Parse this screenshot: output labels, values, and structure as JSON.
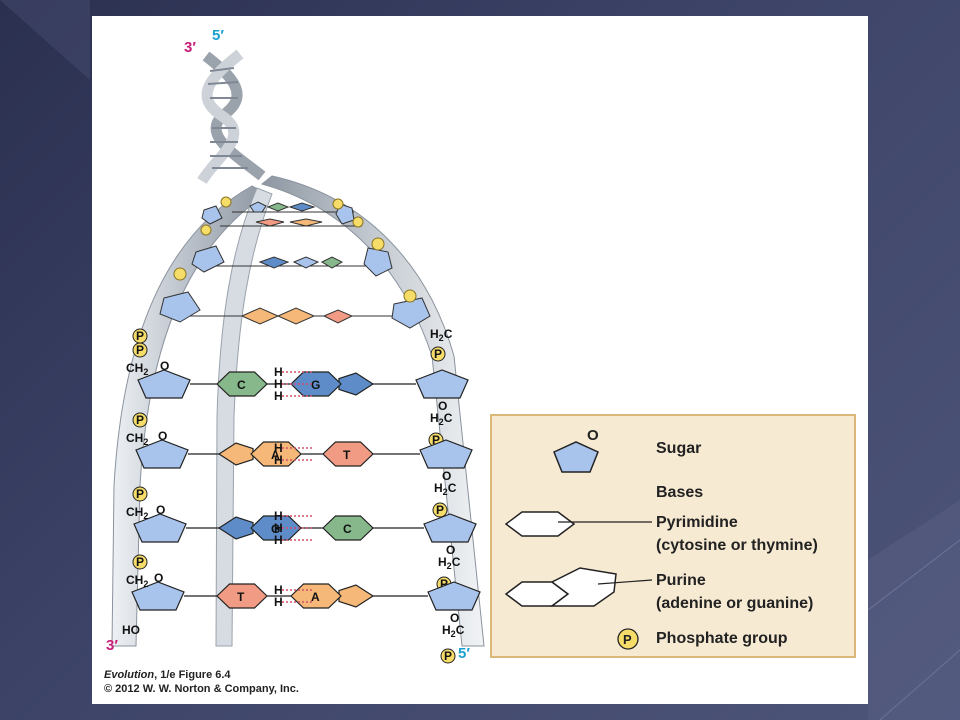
{
  "diagram": {
    "strand_labels": {
      "top_left": "3′",
      "top_right": "5′",
      "bottom_left": "3′",
      "bottom_right": "5′"
    },
    "colors": {
      "sugar": "#a9c4ec",
      "pyrimidine_C": "#86b88c",
      "pyrimidine_T": "#f29b84",
      "purine_A": "#f5b878",
      "purine_G": "#5e8cc8",
      "phosphate": "#f6dd6a",
      "backbone": "#bdc3cb",
      "hbond": "#d0506a"
    },
    "base_pairs": [
      {
        "left_base": "C",
        "right_base": "G",
        "h_bonds": 3
      },
      {
        "left_base": "A",
        "right_base": "T",
        "h_bonds": 2
      },
      {
        "left_base": "G",
        "right_base": "C",
        "h_bonds": 3
      },
      {
        "left_base": "T",
        "right_base": "A",
        "h_bonds": 2
      }
    ],
    "chem_labels": {
      "phosphate": "P",
      "ch2": "CH",
      "h2c": "H",
      "subscript_2": "2",
      "c_letter": "C",
      "oxygen": "O",
      "hydrogen": "H",
      "ho": "HO"
    }
  },
  "legend": {
    "sugar_symbol": "O",
    "sugar": "Sugar",
    "bases": "Bases",
    "pyrimidine": "Pyrimidine",
    "pyrimidine_sub": "(cytosine or thymine)",
    "purine": "Purine",
    "purine_sub": "(adenine or guanine)",
    "phosphate_symbol": "P",
    "phosphate": "Phosphate group"
  },
  "caption": {
    "book": "Evolution",
    "edition": ", 1/e Figure 6.4",
    "copyright": "© 2012 W. W. Norton & Company, Inc."
  }
}
